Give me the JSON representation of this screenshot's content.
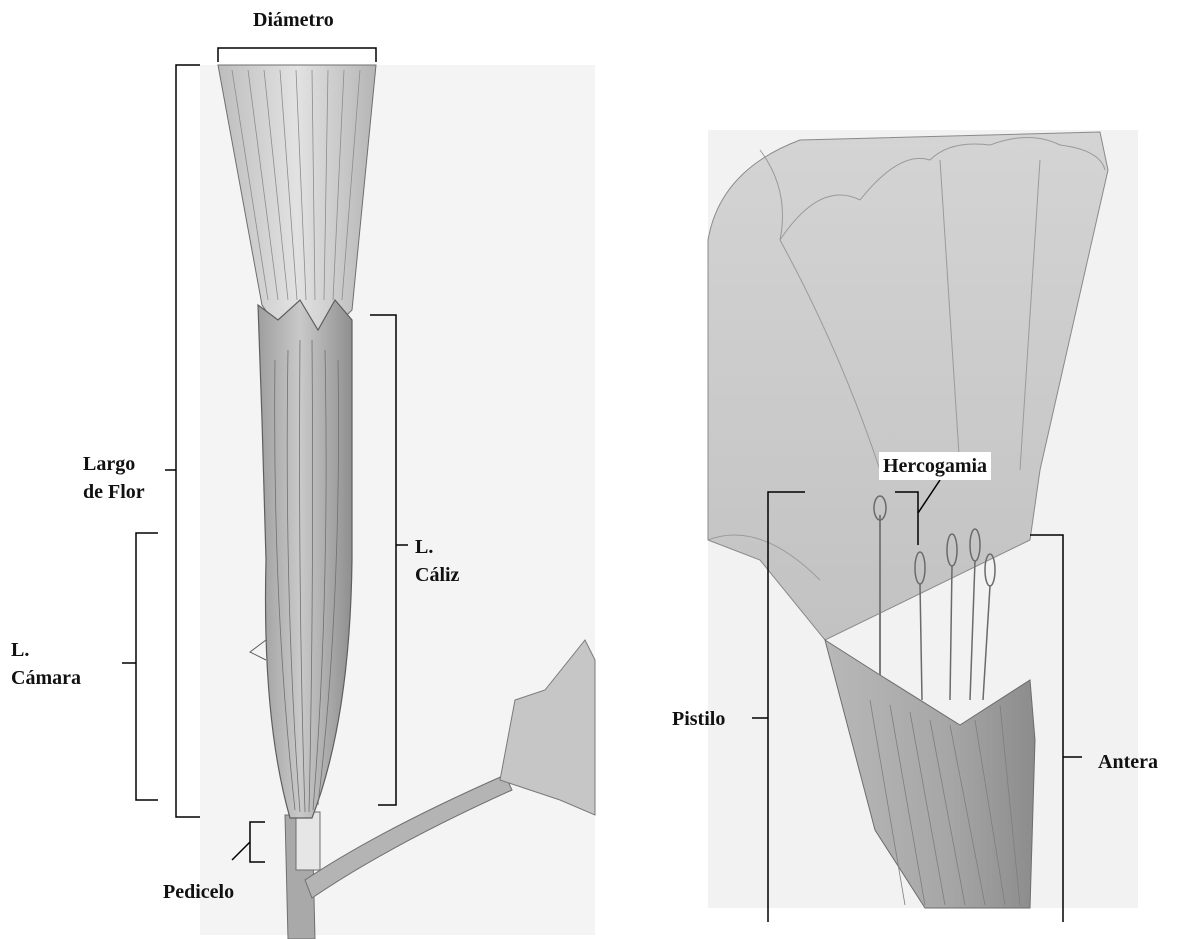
{
  "labels": {
    "diametro": "Diámetro",
    "largo_flor": [
      "Largo",
      "de Flor"
    ],
    "caliz": [
      "L.",
      "Cáliz"
    ],
    "camara": [
      "L.",
      "Cámara"
    ],
    "pedicelo": "Pedicelo",
    "hercogamia": "Hercogamia",
    "pistilo": "Pistilo",
    "antera": "Antera"
  },
  "colors": {
    "background": "#ffffff",
    "ink": "#111111",
    "pencil": "#6f6f6f",
    "shading": "#cfcfcf"
  }
}
